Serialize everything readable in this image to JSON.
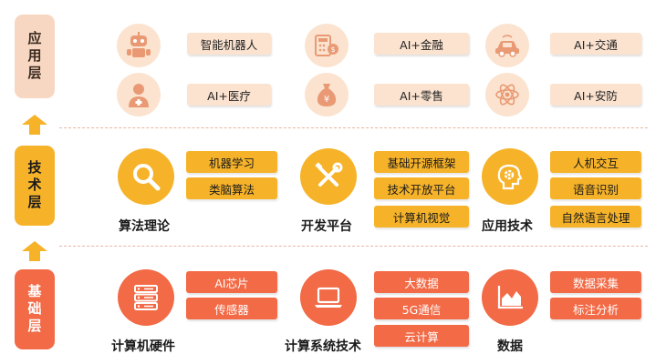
{
  "layers": {
    "application": "应用层",
    "technology": "技术层",
    "foundation": "基础层"
  },
  "application_items": [
    {
      "label": "智能机器人",
      "icon": "robot-icon"
    },
    {
      "label": "AI+金融",
      "icon": "calculator-coin-icon"
    },
    {
      "label": "AI+交通",
      "icon": "car-icon"
    },
    {
      "label": "AI+医疗",
      "icon": "doctor-icon"
    },
    {
      "label": "AI+零售",
      "icon": "money-bag-icon"
    },
    {
      "label": "AI+安防",
      "icon": "atom-shield-icon"
    }
  ],
  "technology_groups": [
    {
      "name": "算法理论",
      "icon": "magnifier-icon",
      "items": [
        "机器学习",
        "类脑算法"
      ]
    },
    {
      "name": "开发平台",
      "icon": "tools-icon",
      "items": [
        "基础开源框架",
        "技术开放平台",
        "计算机视觉"
      ]
    },
    {
      "name": "应用技术",
      "icon": "brain-gear-icon",
      "items": [
        "人机交互",
        "语音识别",
        "自然语言处理"
      ]
    }
  ],
  "foundation_groups": [
    {
      "name": "计算机硬件",
      "icon": "server-icon",
      "items": [
        "AI芯片",
        "传感器"
      ]
    },
    {
      "name": "计算系统技术",
      "icon": "laptop-icon",
      "items": [
        "大数据",
        "5G通信",
        "云计算"
      ]
    },
    {
      "name": "数据",
      "icon": "area-chart-icon",
      "items": [
        "数据采集",
        "标注分析"
      ]
    }
  ],
  "colors": {
    "application": "#f8d7c2",
    "application_text": "#3a2a20",
    "technology": "#f6b32a",
    "foundation": "#f26a46",
    "arrow": "#f6b32a",
    "icon_light": "#fbe3d0",
    "icon_yellow": "#f6b32a",
    "icon_red": "#f26a46"
  }
}
